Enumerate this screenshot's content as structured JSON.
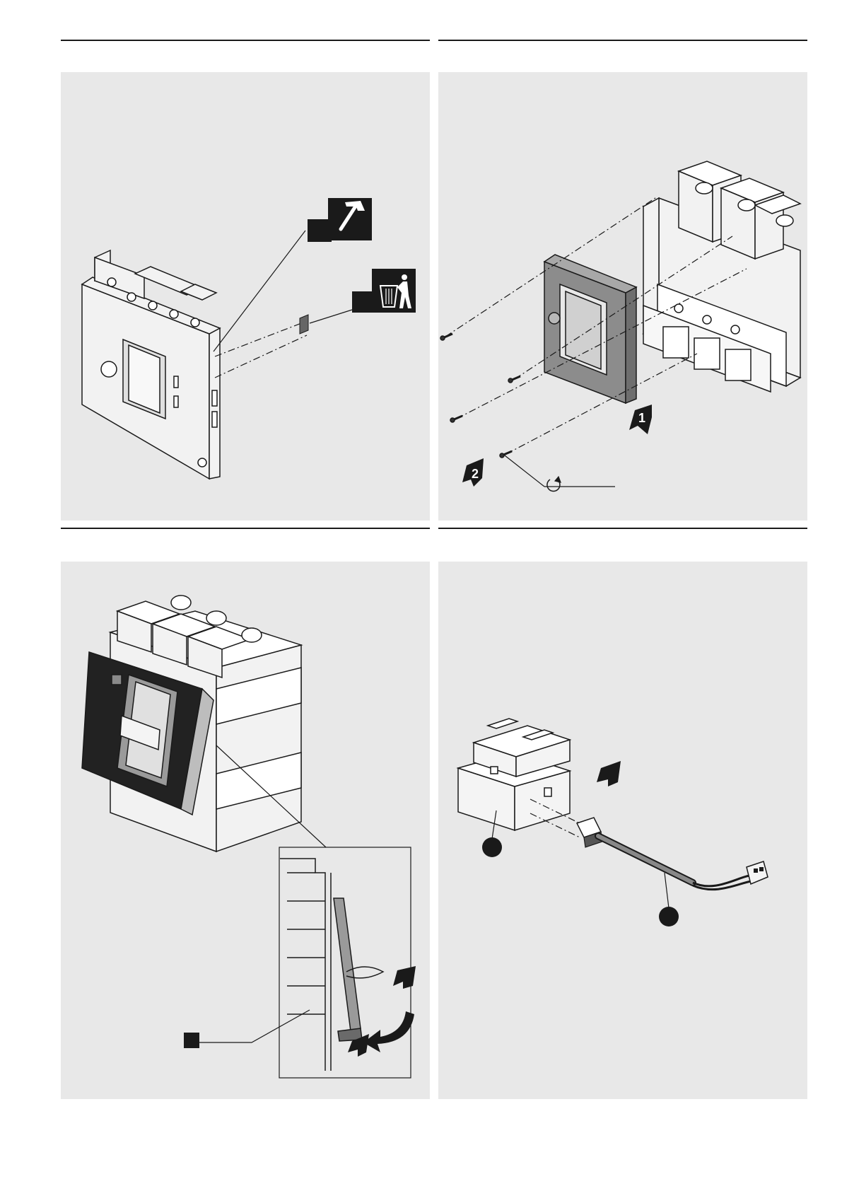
{
  "document": {
    "type": "installation instructions (illustrations only)"
  },
  "panels": [
    {
      "name": "remove-cover-plug",
      "icons": [
        "hammer-icon",
        "trash-bin-icon"
      ]
    },
    {
      "name": "fit-front-frame",
      "step_labels": [
        "1",
        "2"
      ],
      "icons": [
        "screwdriver-torque-icon"
      ]
    },
    {
      "name": "fit-front-cover",
      "icons": [
        "push-arrow-icon",
        "rotate-arrow-icon"
      ]
    },
    {
      "name": "connect-module-cable",
      "icons": [
        "push-arrow-icon"
      ]
    }
  ],
  "colors": {
    "panel_background": "#e8e8e8",
    "rule": "#1a1a1a",
    "ink": "#1a1a1a",
    "dark_fill": "#222222"
  }
}
